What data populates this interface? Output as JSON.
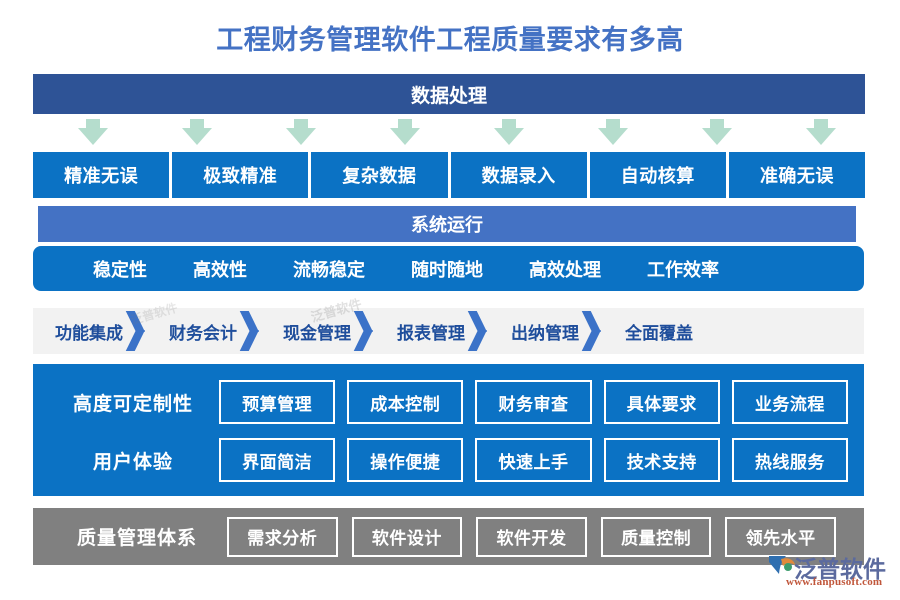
{
  "title": "工程财务管理软件工程质量要求有多高",
  "header_band": {
    "label": "数据处理",
    "color": "#2e5396"
  },
  "arrows": {
    "count": 8,
    "color": "#b5ddcd",
    "icon": "arrow-down-icon"
  },
  "chip_row": {
    "color": "#0b72c4",
    "items": [
      {
        "label": "精准无误"
      },
      {
        "label": "极致精准"
      },
      {
        "label": "复杂数据"
      },
      {
        "label": "数据录入"
      },
      {
        "label": "自动核算"
      },
      {
        "label": "准确无误"
      }
    ]
  },
  "sub_band": {
    "label": "系统运行",
    "color": "#4472c4"
  },
  "tag_bar": {
    "color": "#0b72c4",
    "items": [
      {
        "label": "稳定性"
      },
      {
        "label": "高效性"
      },
      {
        "label": "流畅稳定"
      },
      {
        "label": "随时随地"
      },
      {
        "label": "高效处理"
      },
      {
        "label": "工作效率"
      }
    ]
  },
  "chevron_row": {
    "background": "#f2f2f2",
    "text_color": "#1f4e9c",
    "chevron_color": "#3b72c8",
    "items": [
      {
        "label": "功能集成"
      },
      {
        "label": "财务会计"
      },
      {
        "label": "现金管理"
      },
      {
        "label": "报表管理"
      },
      {
        "label": "出纳管理"
      },
      {
        "label": "全面覆盖"
      }
    ]
  },
  "blue_panel": {
    "color": "#0b72c4",
    "rows": [
      {
        "title": "高度可定制性",
        "boxes": [
          {
            "label": "预算管理"
          },
          {
            "label": "成本控制"
          },
          {
            "label": "财务审查"
          },
          {
            "label": "具体要求"
          },
          {
            "label": "业务流程"
          }
        ]
      },
      {
        "title": "用户体验",
        "boxes": [
          {
            "label": "界面简洁"
          },
          {
            "label": "操作便捷"
          },
          {
            "label": "快速上手"
          },
          {
            "label": "技术支持"
          },
          {
            "label": "热线服务"
          }
        ]
      }
    ]
  },
  "gray_panel": {
    "color": "#808080",
    "title": "质量管理体系",
    "boxes": [
      {
        "label": "需求分析"
      },
      {
        "label": "软件设计"
      },
      {
        "label": "软件开发"
      },
      {
        "label": "质量控制"
      },
      {
        "label": "领先水平"
      }
    ]
  },
  "watermark": {
    "center": "泛普软件",
    "center_small": "泛普软件"
  },
  "logo": {
    "name": "泛普软件",
    "url": "www.fanpusoft.com"
  }
}
